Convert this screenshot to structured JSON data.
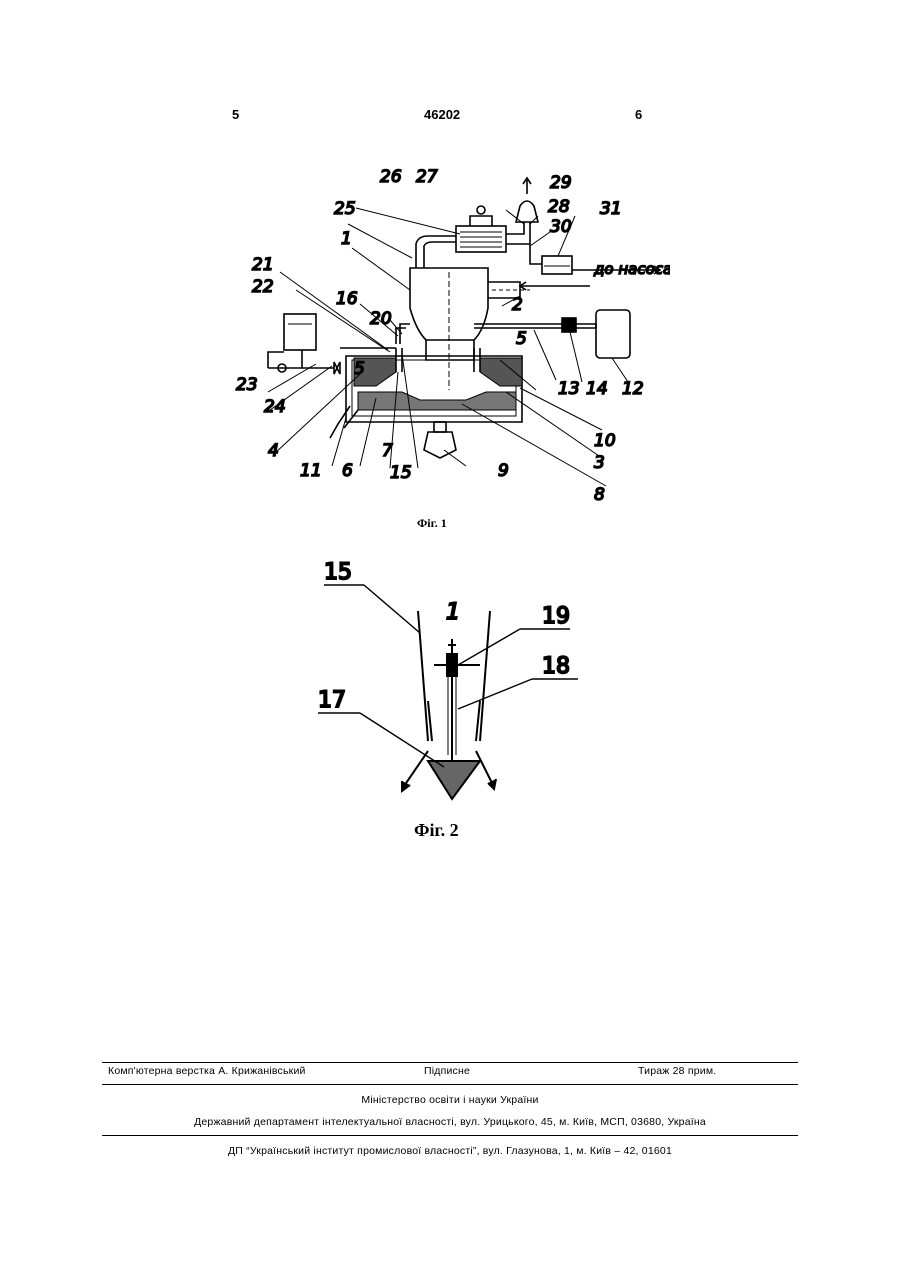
{
  "header": {
    "page_left": "5",
    "patent_number": "46202",
    "page_right": "6"
  },
  "figure1": {
    "caption": "Фіг. 1",
    "annotation": "до насоса",
    "labels": [
      "1",
      "2",
      "3",
      "4",
      "5",
      "5",
      "6",
      "7",
      "8",
      "9",
      "10",
      "11",
      "12",
      "13",
      "14",
      "15",
      "16",
      "20",
      "21",
      "22",
      "23",
      "24",
      "25",
      "26",
      "27",
      "28",
      "29",
      "30",
      "31"
    ]
  },
  "figure2": {
    "caption": "Фіг. 2",
    "labels": [
      "15",
      "1",
      "19",
      "18",
      "17"
    ]
  },
  "footer": {
    "layout": "Комп'ютерна верстка А. Крижанівський",
    "signed": "Підписне",
    "circulation": "Тираж 28 прим.",
    "ministry": "Міністерство освіти і науки України",
    "department": "Державний департамент інтелектуальної власності, вул. Урицького, 45, м. Київ, МСП, 03680, Україна",
    "institute": "ДП “Український інститут промислової власності”, вул. Глазунова, 1, м. Київ – 42, 01601"
  }
}
